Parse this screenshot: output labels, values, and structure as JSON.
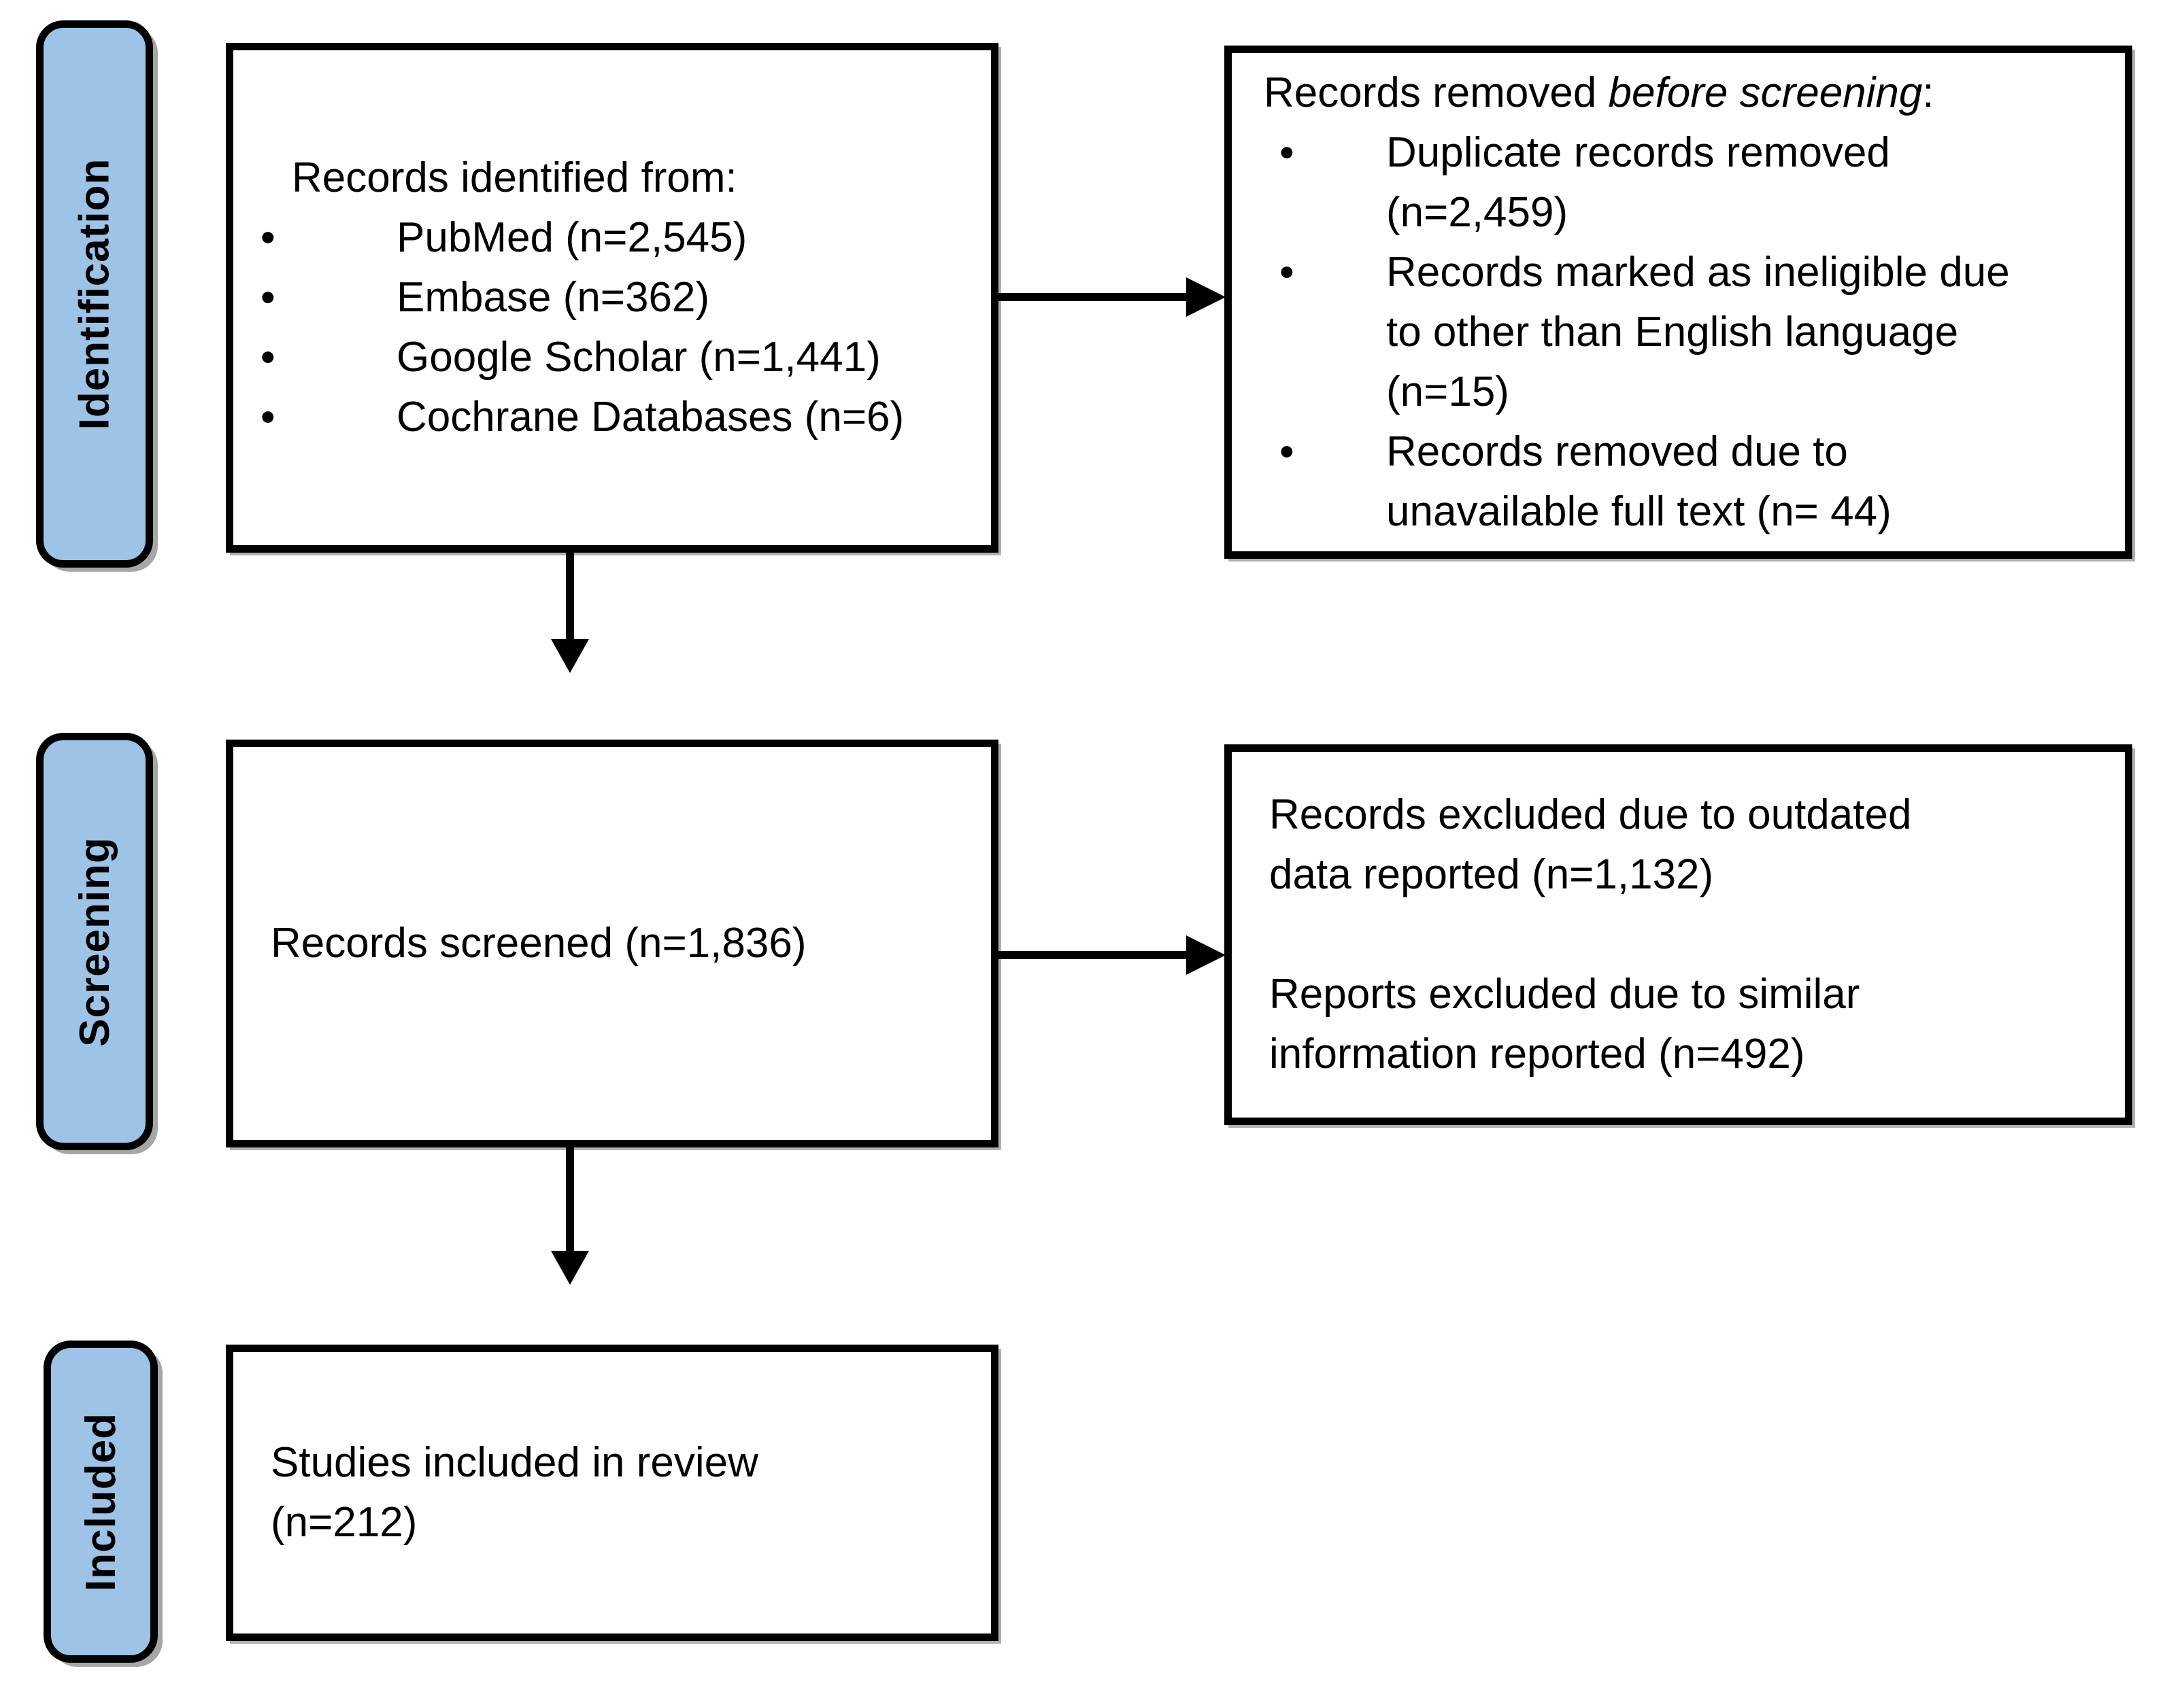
{
  "diagram": {
    "stages": [
      {
        "label": "Identification"
      },
      {
        "label": "Screening"
      },
      {
        "label": "Included"
      }
    ],
    "boxes": {
      "identified": {
        "title": "Records identified from:",
        "items": [
          "PubMed (n=2,545)",
          "Embase (n=362)",
          "Google Scholar (n=1,441)",
          "Cochrane Databases (n=6)"
        ]
      },
      "removed": {
        "title_prefix": "Records removed ",
        "title_italic": "before screening",
        "title_suffix": ":",
        "items": [
          "Duplicate records removed\n(n=2,459)",
          "Records marked as ineligible due\nto other than English language\n(n=15)",
          "Records removed due to\nunavailable full text (n= 44)"
        ]
      },
      "screened": {
        "text": "Records screened (n=1,836)"
      },
      "excluded": {
        "paragraphs": [
          "Records excluded due to outdated\ndata reported (n=1,132)",
          "Reports excluded due to similar\ninformation reported (n=492)"
        ]
      },
      "included_studies": {
        "text": "Studies included in review\n(n=212)"
      }
    },
    "bullet_glyph": "•",
    "colors": {
      "stage_fill": "#9DC3E6",
      "border": "#000000",
      "shadow": "#A6A6A6",
      "text": "#000000",
      "background": "#FFFFFF"
    }
  }
}
